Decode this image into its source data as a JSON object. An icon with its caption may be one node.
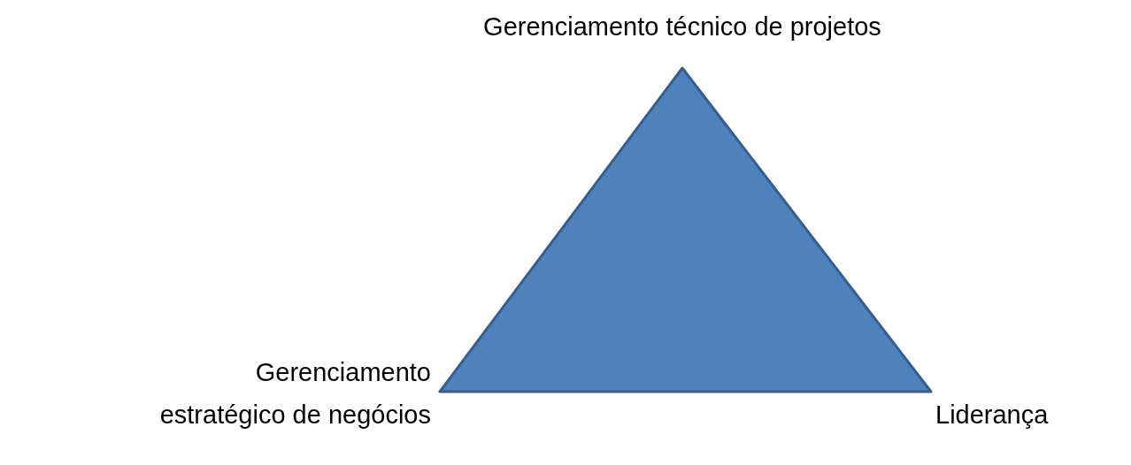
{
  "diagram": {
    "labels": [
      "Gerenciamento técnico de projetos",
      "Gerenciamento estratégico de negócios",
      "Liderança"
    ]
  }
}
